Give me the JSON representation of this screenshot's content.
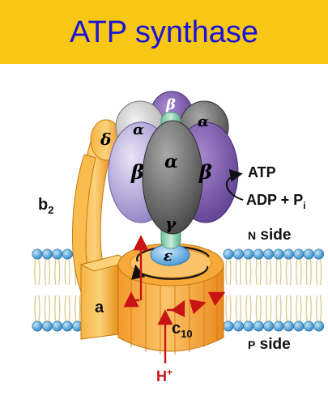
{
  "title": "ATP synthase",
  "labels": {
    "delta": "δ",
    "b2_main": "b",
    "b2_sub": "2",
    "alpha_left": "α",
    "beta_top": "β",
    "alpha_right": "α",
    "beta_left": "β",
    "alpha_center": "α",
    "beta_right": "β",
    "gamma": "γ",
    "epsilon": "ε",
    "a": "a",
    "c_main": "c",
    "c_sub": "10",
    "atp": "ATP",
    "adp_main": "ADP + P",
    "adp_sub": "i",
    "n_side_cap": "N",
    "n_side_rest": " side",
    "p_side_cap": "P",
    "p_side_rest": " side",
    "proton_main": "H",
    "proton_sup": "+"
  },
  "colors": {
    "banner": "#f7c714",
    "title": "#1a14d8",
    "stator_orange": "#f5a623",
    "rotor_orange": "#f08a1c",
    "beta_purple": "#9b8ec9",
    "beta_dark": "#6a4c9c",
    "alpha_gray": "#6f6f6f",
    "gamma_green": "#8fd1b3",
    "epsilon_blue": "#5aa7e0",
    "lipid_head": "#4aa3d8",
    "arrow_red": "#c81414"
  }
}
